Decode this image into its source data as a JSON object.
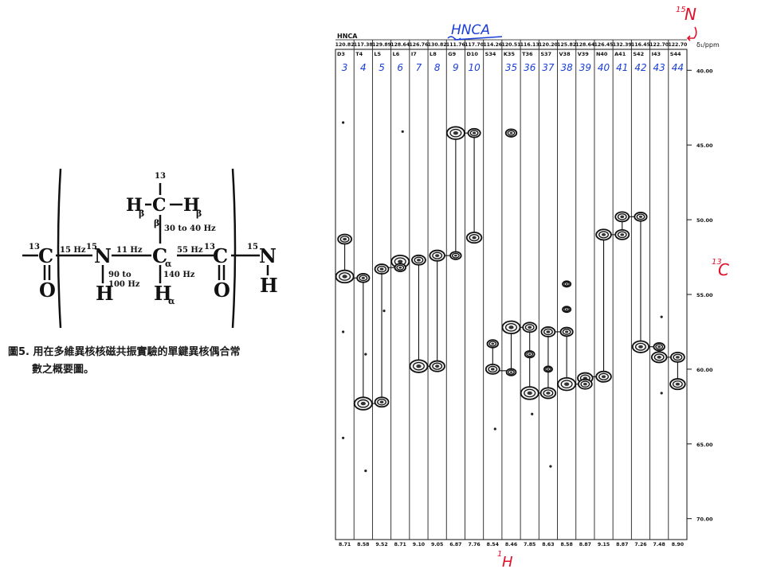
{
  "molecule": {
    "carbon_iso": "13",
    "nitrogen_iso": "15",
    "c_label": "C",
    "n_label": "N",
    "o_label": "O",
    "h_label": "H",
    "h_beta": "H",
    "beta_sub": "β",
    "alpha_sub": "α",
    "j_c_n": "15 Hz",
    "j_n_ca": "11 Hz",
    "j_ca_c": "55 Hz",
    "j_ca_cb": "30 to 40 Hz",
    "j_ca_ha": "140 Hz",
    "j_n_h_1": "90 to",
    "j_n_h_2": "100 Hz"
  },
  "caption": {
    "line1": "圖5. 用在多維異核核磁共振實驗的單鍵異核偶合常",
    "line2": "數之概要圖。"
  },
  "spectrum": {
    "experiment": "HNCA",
    "n15_shifts": [
      "120.82",
      "117.38",
      "129.89",
      "128.64",
      "126.76",
      "130.82",
      "111.76",
      "117.70",
      "114.26",
      "120.51",
      "116.13",
      "120.20",
      "125.82",
      "128.64",
      "126.45",
      "132.39",
      "116.45",
      "122.70",
      "122.70"
    ],
    "residues": [
      "D3",
      "T4",
      "L5",
      "L6",
      "I7",
      "L8",
      "G9",
      "D10",
      "S34",
      "K35",
      "T36",
      "S37",
      "V38",
      "V39",
      "N40",
      "A41",
      "S42",
      "I43",
      "S44"
    ],
    "residue_numbers": [
      "3",
      "4",
      "5",
      "6",
      "7",
      "8",
      "9",
      "10",
      "",
      "35",
      "36",
      "37",
      "38",
      "39",
      "40",
      "41",
      "42",
      "43",
      "44"
    ],
    "h1_shifts": [
      "8.71",
      "8.58",
      "9.52",
      "8.71",
      "9.10",
      "9.05",
      "6.87",
      "7.76",
      "8.54",
      "8.46",
      "7.85",
      "8.63",
      "8.58",
      "8.87",
      "9.15",
      "8.87",
      "7.26",
      "7.48",
      "8.90"
    ],
    "y_axis_title": "δ₁/ppm",
    "y_ticks": [
      "40.00",
      "45.00",
      "50.00",
      "55.00",
      "60.00",
      "65.00",
      "70.00"
    ],
    "y_range_ppm": [
      38.6,
      71.4
    ],
    "annotations": {
      "title": "HNCA",
      "n15": "N",
      "n15_iso": "15",
      "c13": "C",
      "c13_iso": "13",
      "h1": "H",
      "h1_iso": "1"
    },
    "annotation_color": "#1a3fd6",
    "annotation_red": "#e0102a",
    "peaks": [
      {
        "strip": 0,
        "ppm": 51.3,
        "s": 1.0
      },
      {
        "strip": 0,
        "ppm": 53.8,
        "s": 1.3
      },
      {
        "strip": 1,
        "ppm": 53.9,
        "s": 0.9
      },
      {
        "strip": 1,
        "ppm": 62.3,
        "s": 1.3
      },
      {
        "strip": 2,
        "ppm": 53.3,
        "s": 1.0
      },
      {
        "strip": 2,
        "ppm": 62.2,
        "s": 1.0
      },
      {
        "strip": 3,
        "ppm": 52.8,
        "s": 1.3
      },
      {
        "strip": 3,
        "ppm": 53.2,
        "s": 0.8
      },
      {
        "strip": 4,
        "ppm": 52.7,
        "s": 1.0
      },
      {
        "strip": 4,
        "ppm": 59.8,
        "s": 1.3
      },
      {
        "strip": 5,
        "ppm": 52.4,
        "s": 1.1
      },
      {
        "strip": 5,
        "ppm": 59.8,
        "s": 1.1
      },
      {
        "strip": 6,
        "ppm": 44.2,
        "s": 1.3
      },
      {
        "strip": 6,
        "ppm": 52.4,
        "s": 0.8
      },
      {
        "strip": 7,
        "ppm": 44.2,
        "s": 0.9
      },
      {
        "strip": 7,
        "ppm": 51.2,
        "s": 1.1
      },
      {
        "strip": 8,
        "ppm": 58.3,
        "s": 0.8
      },
      {
        "strip": 8,
        "ppm": 60.0,
        "s": 1.0
      },
      {
        "strip": 9,
        "ppm": 44.2,
        "s": 0.8
      },
      {
        "strip": 9,
        "ppm": 57.2,
        "s": 1.3
      },
      {
        "strip": 9,
        "ppm": 60.2,
        "s": 0.7
      },
      {
        "strip": 10,
        "ppm": 57.2,
        "s": 1.0
      },
      {
        "strip": 10,
        "ppm": 61.6,
        "s": 1.3
      },
      {
        "strip": 10,
        "ppm": 59.0,
        "s": 0.7
      },
      {
        "strip": 11,
        "ppm": 57.5,
        "s": 1.0
      },
      {
        "strip": 11,
        "ppm": 61.6,
        "s": 1.1
      },
      {
        "strip": 11,
        "ppm": 60.0,
        "s": 0.6
      },
      {
        "strip": 12,
        "ppm": 57.5,
        "s": 0.9
      },
      {
        "strip": 12,
        "ppm": 61.0,
        "s": 1.3
      },
      {
        "strip": 12,
        "ppm": 54.3,
        "s": 0.6
      },
      {
        "strip": 12,
        "ppm": 56.0,
        "s": 0.6
      },
      {
        "strip": 13,
        "ppm": 60.6,
        "s": 1.1
      },
      {
        "strip": 13,
        "ppm": 61.0,
        "s": 1.0
      },
      {
        "strip": 14,
        "ppm": 51.0,
        "s": 1.1
      },
      {
        "strip": 14,
        "ppm": 60.5,
        "s": 1.1
      },
      {
        "strip": 15,
        "ppm": 49.8,
        "s": 1.0
      },
      {
        "strip": 15,
        "ppm": 51.0,
        "s": 1.0
      },
      {
        "strip": 16,
        "ppm": 49.8,
        "s": 0.9
      },
      {
        "strip": 16,
        "ppm": 58.5,
        "s": 1.2
      },
      {
        "strip": 17,
        "ppm": 58.5,
        "s": 0.8
      },
      {
        "strip": 17,
        "ppm": 59.2,
        "s": 1.1
      },
      {
        "strip": 18,
        "ppm": 59.2,
        "s": 1.0
      },
      {
        "strip": 18,
        "ppm": 61.0,
        "s": 1.1
      }
    ],
    "connectors": [
      {
        "a": 0,
        "b": 1,
        "ppm": 53.9
      },
      {
        "a": 1,
        "b": 2,
        "ppm": 62.3
      },
      {
        "a": 2,
        "b": 3,
        "ppm": 53.2
      },
      {
        "a": 4,
        "b": 5,
        "ppm": 59.8
      },
      {
        "a": 5,
        "b": 6,
        "ppm": 52.4
      },
      {
        "a": 6,
        "b": 7,
        "ppm": 44.2
      },
      {
        "a": 8,
        "b": 9,
        "ppm": 60.1
      },
      {
        "a": 9,
        "b": 10,
        "ppm": 57.2
      },
      {
        "a": 10,
        "b": 11,
        "ppm": 61.6
      },
      {
        "a": 11,
        "b": 12,
        "ppm": 57.5
      },
      {
        "a": 12,
        "b": 13,
        "ppm": 61.0
      },
      {
        "a": 13,
        "b": 14,
        "ppm": 60.5
      },
      {
        "a": 14,
        "b": 15,
        "ppm": 51.0
      },
      {
        "a": 15,
        "b": 16,
        "ppm": 49.8
      },
      {
        "a": 16,
        "b": 17,
        "ppm": 58.5
      },
      {
        "a": 17,
        "b": 18,
        "ppm": 59.2
      }
    ],
    "vlinks": [
      {
        "strip": 0,
        "a": 51.3,
        "b": 53.8
      },
      {
        "strip": 1,
        "a": 53.9,
        "b": 62.3
      },
      {
        "strip": 2,
        "a": 53.3,
        "b": 62.2
      },
      {
        "strip": 4,
        "a": 52.7,
        "b": 59.8
      },
      {
        "strip": 5,
        "a": 52.4,
        "b": 59.8
      },
      {
        "strip": 6,
        "a": 44.2,
        "b": 52.4
      },
      {
        "strip": 7,
        "a": 44.2,
        "b": 51.2
      },
      {
        "strip": 8,
        "a": 58.3,
        "b": 60.0
      },
      {
        "strip": 9,
        "a": 57.2,
        "b": 60.2
      },
      {
        "strip": 10,
        "a": 57.2,
        "b": 61.6
      },
      {
        "strip": 11,
        "a": 57.5,
        "b": 61.6
      },
      {
        "strip": 12,
        "a": 57.5,
        "b": 61.0
      },
      {
        "strip": 14,
        "a": 51.0,
        "b": 60.5
      },
      {
        "strip": 15,
        "a": 49.8,
        "b": 51.0
      },
      {
        "strip": 16,
        "a": 49.8,
        "b": 58.5
      },
      {
        "strip": 17,
        "a": 58.5,
        "b": 59.2
      },
      {
        "strip": 18,
        "a": 59.2,
        "b": 61.0
      }
    ]
  }
}
